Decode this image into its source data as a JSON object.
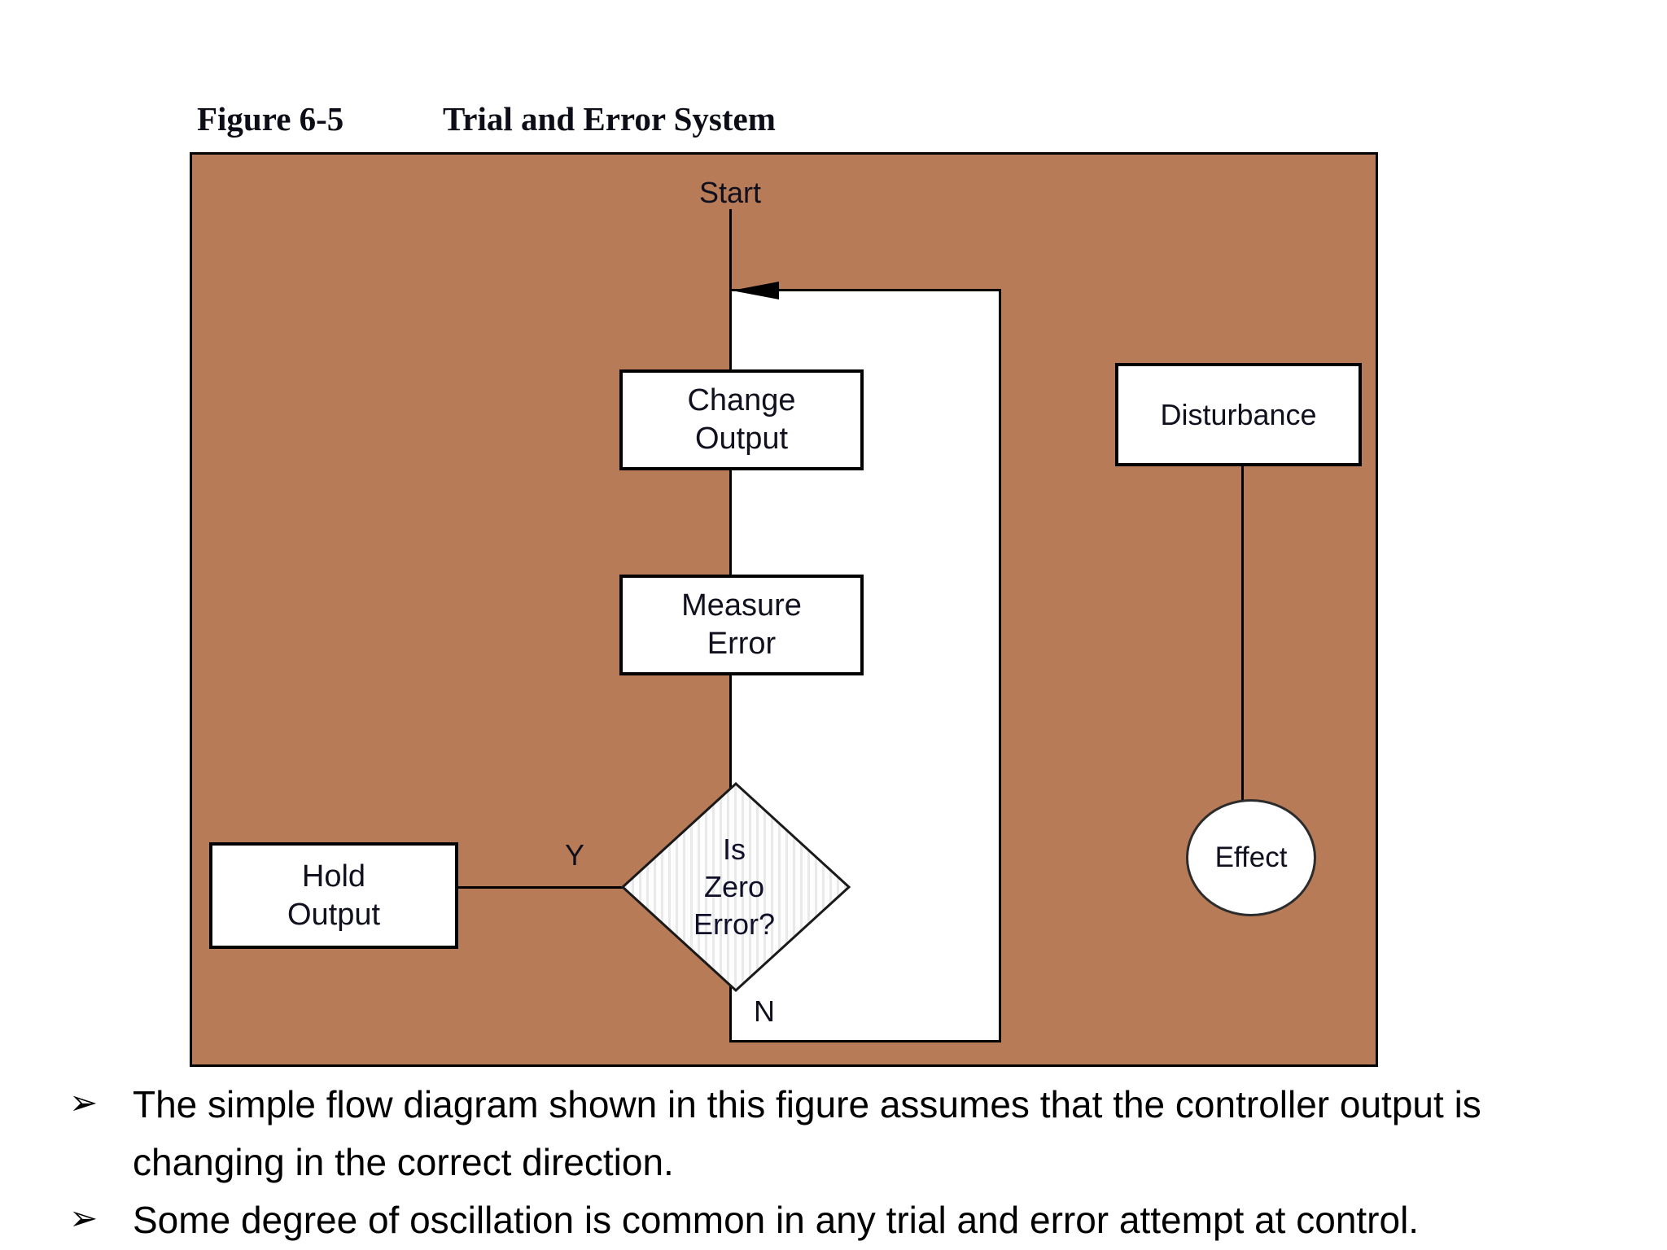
{
  "title": {
    "figure_label": "Figure 6-5",
    "figure_title": "Trial and Error System"
  },
  "flowchart": {
    "start_label": "Start",
    "change_output_label": "Change\nOutput",
    "measure_error_label": "Measure\nError",
    "decision_label": "Is\nZero\nError?",
    "hold_output_label": "Hold\nOutput",
    "disturbance_label": "Disturbance",
    "effect_label": "Effect",
    "yes_label": "Y",
    "no_label": "N"
  },
  "bullets": [
    {
      "marker": "➢",
      "text": "The simple flow diagram shown in this figure assumes that the controller output is\nchanging in the correct direction."
    },
    {
      "marker": "➢",
      "text": "Some degree of oscillation is common in any trial and error attempt at control."
    }
  ],
  "colors": {
    "figure_background": "#b87b57",
    "line_color": "#000000",
    "node_fill": "#ffffff",
    "text_color": "#10101e"
  }
}
